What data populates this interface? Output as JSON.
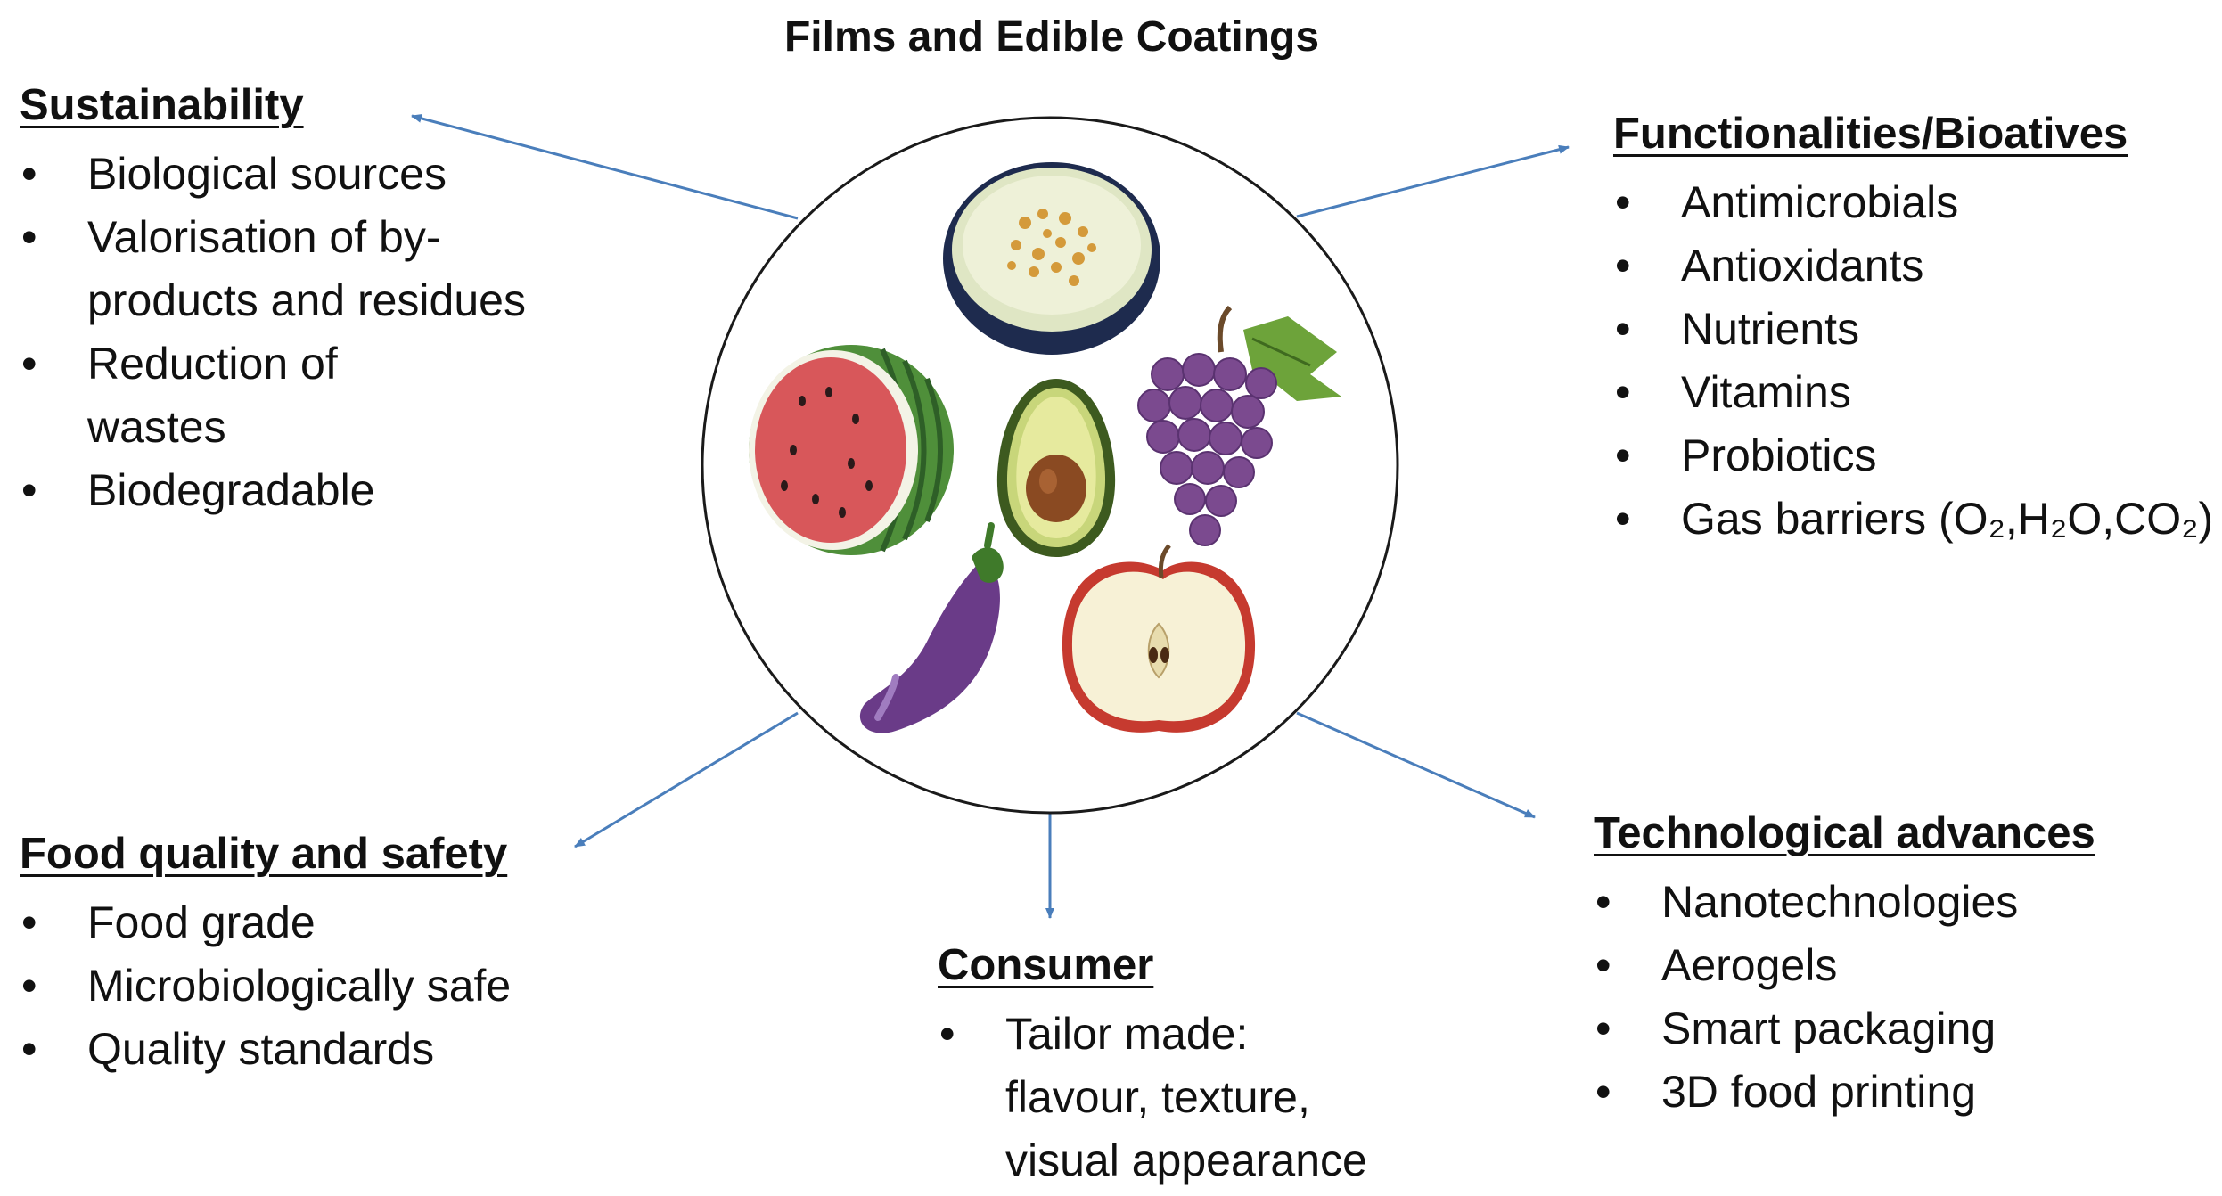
{
  "title": "Films and Edible Coatings",
  "colors": {
    "arrow": "#4a7ebb",
    "circle": "#1a1a1a"
  },
  "center_illustration": {
    "icons": [
      "melon-half-icon",
      "watermelon-half-icon",
      "avocado-half-icon",
      "grapes-icon",
      "eggplant-icon",
      "apple-half-icon"
    ]
  },
  "sustainability": {
    "heading": "Sustainability",
    "items": [
      "Biological sources",
      "Valorisation of  by-\nproducts and residues",
      "Reduction of\n wastes",
      "Biodegradable"
    ]
  },
  "functionalities": {
    "heading": "Functionalities/Bioatives",
    "items": [
      "Antimicrobials",
      "Antioxidants",
      "Nutrients",
      "Vitamins",
      "Probiotics",
      "Gas barriers (O₂,H₂O,CO₂)"
    ]
  },
  "food_quality": {
    "heading": "Food quality and safety",
    "items": [
      "Food grade",
      "Microbiologically safe",
      "Quality standards"
    ]
  },
  "consumer": {
    "heading": "Consumer",
    "items": [
      "Tailor made:\n flavour, texture,\n visual appearance"
    ]
  },
  "technological": {
    "heading": "Technological advances",
    "items": [
      "Nanotechnologies",
      "Aerogels",
      "Smart packaging",
      "3D food printing"
    ]
  }
}
